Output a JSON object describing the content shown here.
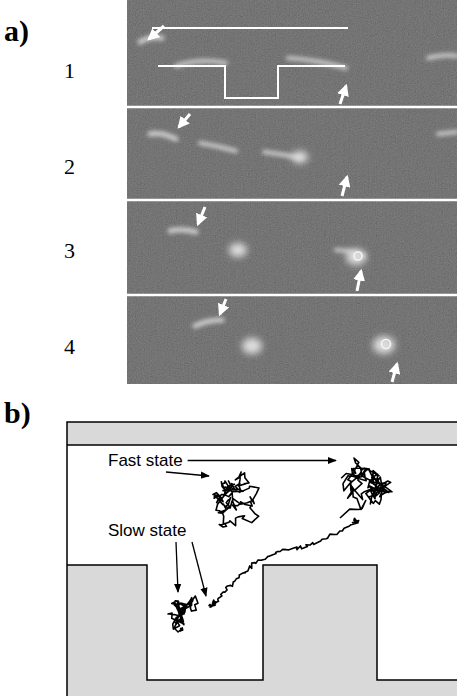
{
  "diagram": {
    "labels": [
      "a)",
      "1",
      "2",
      "3",
      "4",
      "b)",
      "Fast state",
      "Slow state"
    ]
  }
}
